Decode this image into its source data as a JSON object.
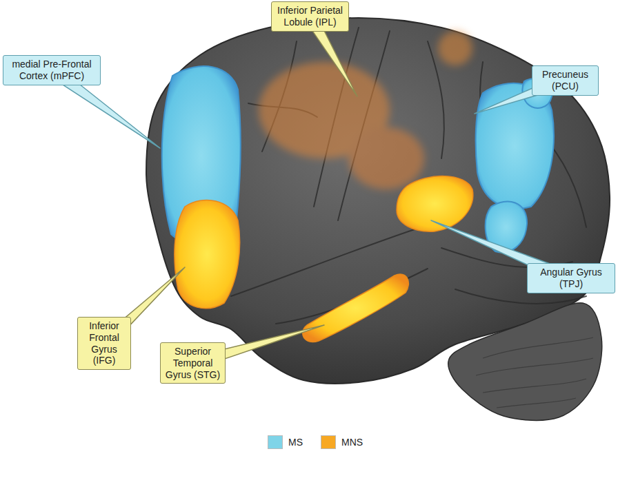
{
  "diagram": {
    "nodes": [
      {
        "text": [
          "Inferior Parietal Lobule (IPL)"
        ]
      },
      {
        "text": [
          "medial Pre-Frontal Cortex (mPFC)"
        ]
      },
      {
        "text": [
          "Precuneus (PCU)"
        ]
      },
      {
        "text": [
          "Angular Gyrus (TPJ)"
        ]
      },
      {
        "text": [
          "Inferior Frontal Gyrus (IFG)"
        ]
      },
      {
        "text": [
          "Superior Temporal Gyrus (STG)"
        ]
      }
    ],
    "legend": [
      {
        "text": "MS",
        "color": "#7fd4e8"
      },
      {
        "text": "MNS",
        "color": "#f7a823"
      }
    ]
  }
}
